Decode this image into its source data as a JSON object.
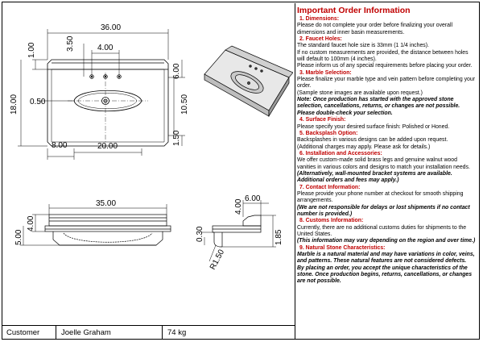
{
  "drawing": {
    "top_view_dims": {
      "overall_width": "36.00",
      "faucet_spacing": "4.00",
      "faucet_offset": "3.50",
      "backsplash_depth": "1.00",
      "overall_depth": "18.00",
      "bowl_offset": "10.50",
      "right_side": "6.00",
      "right_bowl": "10.50",
      "front_edge": "1.50",
      "left_bowl": "0.50",
      "bowl_left": "8.00",
      "bowl_width": "20.00"
    },
    "front_view_dims": {
      "width": "35.00",
      "backsplash_height": "4.00",
      "skirt_height": "5.00"
    },
    "side_view_dims": {
      "depth": "6.00",
      "splash": "4.00",
      "bottom": "0.30",
      "radius": "R1.50",
      "thickness": "1.85"
    }
  },
  "info": {
    "title": "Important Order Information",
    "sections": [
      {
        "heading": "1. Dimensions:",
        "lines": [
          {
            "t": "Please do not complete your order before finalizing your overall dimensions and inner basin measurements.",
            "bold": false
          }
        ]
      },
      {
        "heading": "2. Faucet Holes:",
        "lines": [
          {
            "t": "The standard faucet hole size is 33mm (1 1/4 inches).",
            "bold": false
          },
          {
            "t": "If no custom measurements are provided, the distance between holes will default to 100mm (4 inches).",
            "bold": false
          },
          {
            "t": "Please inform us of any special requirements before placing your order.",
            "bold": false
          }
        ]
      },
      {
        "heading": "3. Marble Selection:",
        "lines": [
          {
            "t": "Please finalize your marble type and vein pattern before completing your order.",
            "bold": false
          },
          {
            "t": "(Sample stone images are available upon request.)",
            "bold": false
          },
          {
            "t": "Note: Once production has started with the approved stone selection, cancellations, returns, or changes are not possible. Please double-check your selection.",
            "bold": true
          }
        ]
      },
      {
        "heading": "4. Surface Finish:",
        "lines": [
          {
            "t": "Please specify your desired surface finish: Polished or Honed.",
            "bold": false
          }
        ]
      },
      {
        "heading": "5. Backsplash Option:",
        "lines": [
          {
            "t": "Backsplashes in various designs can be added upon request.",
            "bold": false
          },
          {
            "t": "(Additional charges may apply. Please ask for details.)",
            "bold": false
          }
        ]
      },
      {
        "heading": "6. Installation and Accessories:",
        "lines": [
          {
            "t": "We offer custom-made solid brass legs and genuine walnut wood vanities in various colors and designs to match your installation needs.",
            "bold": false
          },
          {
            "t": "(Alternatively, wall-mounted bracket systems are available. Additional orders and fees may apply.)",
            "bold": true
          }
        ]
      },
      {
        "heading": "7. Contact Information:",
        "lines": [
          {
            "t": "Please provide your phone number at checkout for smooth shipping arrangements.",
            "bold": false
          },
          {
            "t": "(We are not responsible for delays or lost shipments if no contact number is provided.)",
            "bold": true
          }
        ]
      },
      {
        "heading": "8. Customs Information:",
        "lines": [
          {
            "t": "Currently, there are no additional customs duties for shipments to the United States.",
            "bold": false
          },
          {
            "t": "(This information may vary depending on the region and over time.)",
            "bold": true
          }
        ]
      },
      {
        "heading": "9. Natural Stone Characteristics:",
        "lines": [
          {
            "t": "Marble is a natural material and may have variations in color, veins, and patterns. These natural features are not considered defects.",
            "bold": true
          },
          {
            "t": "By placing an order, you accept the unique characteristics of the stone. Once production begins, returns, cancellations, or changes are not possible.",
            "bold": true
          }
        ]
      }
    ]
  },
  "title_block": {
    "label": "Customer",
    "name": "Joelle Graham",
    "weight": "74 kg"
  },
  "colors": {
    "heading": "#c00000"
  }
}
